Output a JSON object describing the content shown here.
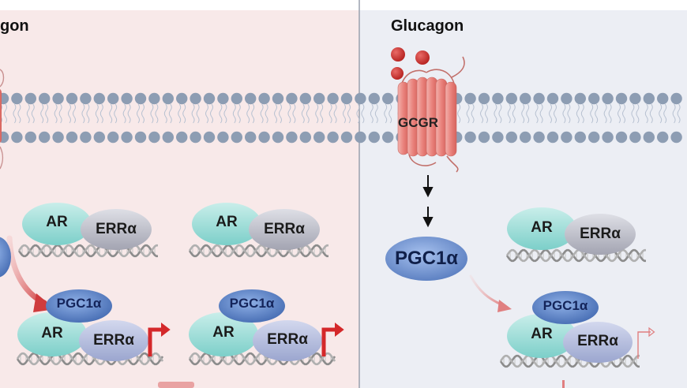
{
  "left_panel": {
    "title": "gon",
    "state_plain": {
      "ar": "AR",
      "err": "ERRα"
    },
    "state_complex": {
      "pgc": "PGC1α",
      "ar": "AR",
      "err": "ERRα"
    }
  },
  "right_panel": {
    "title": "Glucagon",
    "receptor": "GCGR",
    "coactivator": "PGC1α",
    "state_plain": {
      "ar": "AR",
      "err": "ERRα"
    },
    "state_complex": {
      "pgc": "PGC1α",
      "ar": "AR",
      "err": "ERRα"
    }
  },
  "colors": {
    "left_bg": "#f8e9e9",
    "right_bg": "#eceef4",
    "lipid_head": "#8d9db3",
    "receptor": "#e98a84",
    "ligand": "#c9312e",
    "ar_protein": "#9fdcd8",
    "err_protein": "#b9bac4",
    "pgc_protein": "#5f86c4",
    "dna_strand": "#9a9a9a",
    "promoter_arrow": "#d4282a"
  }
}
